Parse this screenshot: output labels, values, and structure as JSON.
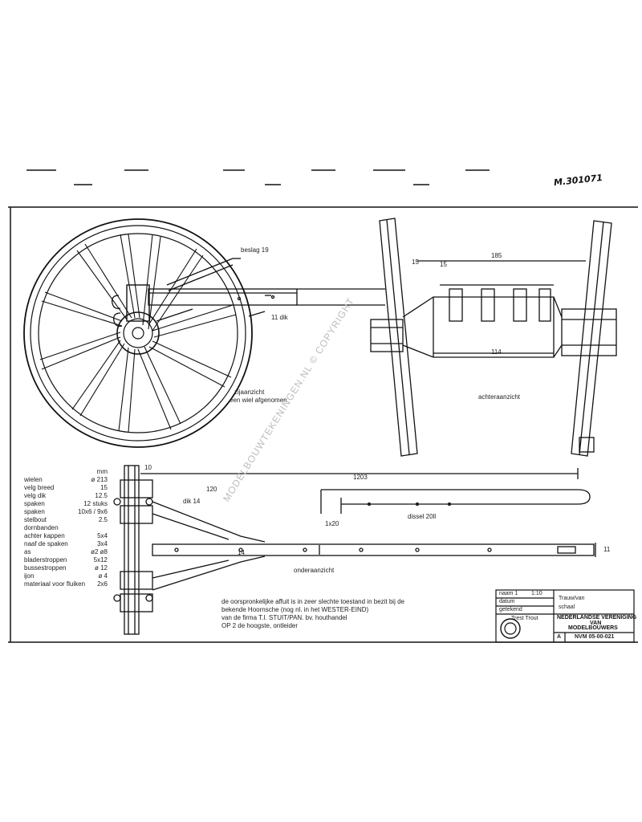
{
  "sheet_number": "M.301071",
  "views": {
    "side_view_title": "zijaanzicht",
    "side_view_subtitle": "een wiel afgenomen",
    "back_view_title": "achteraanzicht",
    "bottom_view_title": "onderaanzicht"
  },
  "labels": {
    "beslag": "beslag 19",
    "dik": "11 dik",
    "dim_185": "185",
    "dim_114": "114",
    "dim_15": "15",
    "dim_153": "15",
    "dim_1203": "1203",
    "dim_10": "10",
    "dim_120": "120",
    "dim_14": "dik 14",
    "dim_20": "1x20",
    "dim_s4": "14",
    "dissel": "dissel 20ll",
    "dim_tail": "11"
  },
  "spec_table": {
    "header": [
      "",
      "mm"
    ],
    "rows": [
      [
        "wielen",
        "ø 213"
      ],
      [
        "velg breed",
        "15"
      ],
      [
        "velg dik",
        "12.5"
      ],
      [
        "spaken",
        "12 stuks"
      ],
      [
        "spaken",
        "10x6 / 9x6"
      ],
      [
        "stelbout",
        "2.5"
      ],
      [
        "dornbanden",
        ""
      ],
      [
        "achter kappen",
        "5x4"
      ],
      [
        "naaf de spaken",
        "3x4"
      ],
      [
        "as",
        "ø2    ø8"
      ],
      [
        "bladerstroppen",
        "5x12"
      ],
      [
        "bussestroppen",
        "ø 12"
      ],
      [
        "ijon",
        "ø 4"
      ],
      [
        "materiaal voor fluiken",
        "2x6"
      ]
    ]
  },
  "notes": [
    "de oorspronkelijke affuit is in zeer slechte toestand in bezit bij de",
    "bekende Hoornsche (nog nl. in het WESTER-EIND)",
    "van de firma T.I. STUIT/PAN. bv. houthandel",
    "OP 2 de hoogste, ontleider"
  ],
  "title_block": {
    "fields": [
      "naam 1",
      "datum",
      "getekend",
      "schaal",
      "Trest Trout",
      "Trauw/van"
    ],
    "field_values": [
      "",
      "1:10",
      "",
      "",
      "",
      ""
    ],
    "org_line1": "NEDERLANDSE VERENIGING",
    "org_line2": "VAN",
    "org_line3": "MODELBOUWERS",
    "sheet_label": "A",
    "code": "NVM 05-00-021"
  },
  "watermark": "MODELBOUWTEKENINGEN.NL © COPYRIGHT"
}
